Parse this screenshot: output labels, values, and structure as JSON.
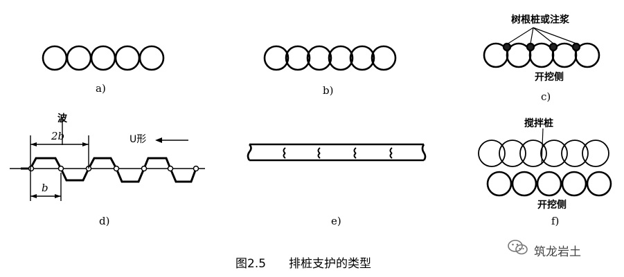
{
  "panels": {
    "a": {
      "label": "a)"
    },
    "b": {
      "label": "b)"
    },
    "c": {
      "label": "c)",
      "annotation_top": "树根桩或注浆",
      "annotation_side": "开挖侧"
    },
    "d": {
      "label": "d)",
      "wave_text": "波",
      "span_2b": "2b",
      "span_b": "b",
      "u_label": "U形"
    },
    "e": {
      "label": "e)"
    },
    "f": {
      "label": "f)",
      "annotation_top": "搅拌桩",
      "annotation_side": "开挖侧"
    }
  },
  "caption": {
    "number": "图2.5",
    "title": "排桩支护的类型"
  },
  "watermark": {
    "icon": "wechat-icon",
    "text": "筑龙岩土"
  }
}
